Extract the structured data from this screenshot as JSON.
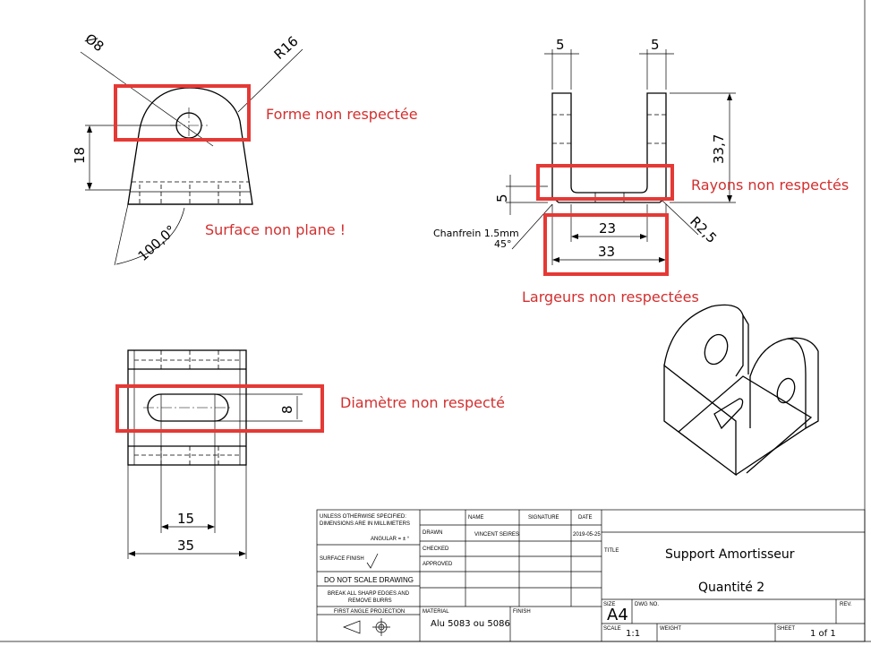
{
  "dimensions": {
    "hole_diameter": "Ø8",
    "radius_top": "R16",
    "height_18": "18",
    "angle": "100,0°",
    "width_left_5": "5",
    "width_right_5": "5",
    "height_33_7": "33,7",
    "height_5": "5",
    "inner_23": "23",
    "outer_33": "33",
    "radius_2_5": "R2,5",
    "chamfer_line1": "Chanfrein 1.5mm",
    "chamfer_line2": "45°",
    "slot_width_8": "8",
    "slot_length_15": "15",
    "total_width_35": "35"
  },
  "annotations": {
    "forme": "Forme non respectée",
    "surface": "Surface non plane !",
    "rayons": "Rayons non respectés",
    "largeurs": "Largeurs non respectées",
    "diametre": "Diamètre non respecté"
  },
  "title_block": {
    "unless_line1": "UNLESS OTHERWISE SPECIFIED:",
    "unless_line2": "DIMENSIONS ARE IN MILLIMETERS",
    "angular": "ANGULAR = ± °",
    "surface_finish": "SURFACE FINISH",
    "do_not_scale": "DO NOT SCALE DRAWING",
    "break_edges_1": "BREAK ALL SHARP EDGES AND",
    "break_edges_2": "REMOVE BURRS",
    "first_angle": "FIRST ANGLE PROJECTION",
    "col_name": "NAME",
    "col_signature": "SIGNATURE",
    "col_date": "DATE",
    "row_drawn": "DRAWN",
    "row_checked": "CHECKED",
    "row_approved": "APPROVED",
    "drawn_name": "VINCENT SEIRES",
    "drawn_date": "2019-05-25",
    "material_label": "MATERIAL",
    "material_value": "Alu 5083 ou 5086",
    "finish_label": "FINISH",
    "title_label": "TITLE",
    "title_value": "Support Amortisseur",
    "quantity": "Quantité 2",
    "size_label": "SIZE",
    "size_value": "A4",
    "dwg_label": "DWG NO.",
    "rev_label": "REV.",
    "scale_label": "SCALE",
    "scale_value": "1:1",
    "weight_label": "WEIGHT",
    "sheet_label": "SHEET",
    "sheet_value": "1 of 1"
  }
}
